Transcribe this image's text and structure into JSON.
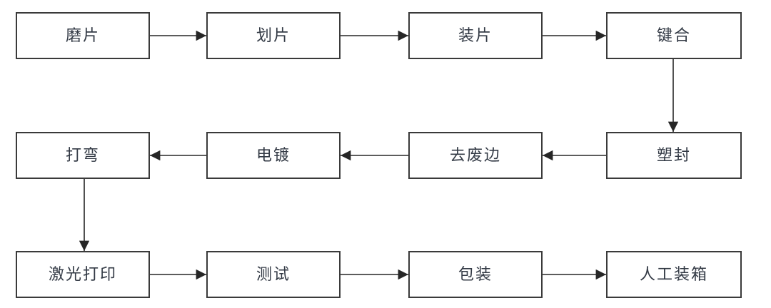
{
  "diagram": {
    "type": "flowchart",
    "description": "Chip packaging process flow"
  },
  "nodes": [
    {
      "label": "磨片"
    },
    {
      "label": "划片"
    },
    {
      "label": "装片"
    },
    {
      "label": "键合"
    },
    {
      "label": "打弯"
    },
    {
      "label": "电镀"
    },
    {
      "label": "去废边"
    },
    {
      "label": "塑封"
    },
    {
      "label": "激光打印"
    },
    {
      "label": "测试"
    },
    {
      "label": "包装"
    },
    {
      "label": "人工装箱"
    }
  ],
  "edges": [
    {
      "from": "磨片",
      "to": "划片",
      "direction": "right"
    },
    {
      "from": "划片",
      "to": "装片",
      "direction": "right"
    },
    {
      "from": "装片",
      "to": "键合",
      "direction": "right"
    },
    {
      "from": "键合",
      "to": "塑封",
      "direction": "down"
    },
    {
      "from": "塑封",
      "to": "去废边",
      "direction": "left"
    },
    {
      "from": "去废边",
      "to": "电镀",
      "direction": "left"
    },
    {
      "from": "电镀",
      "to": "打弯",
      "direction": "left"
    },
    {
      "from": "打弯",
      "to": "激光打印",
      "direction": "down"
    },
    {
      "from": "激光打印",
      "to": "测试",
      "direction": "right"
    },
    {
      "from": "测试",
      "to": "包装",
      "direction": "right"
    },
    {
      "from": "包装",
      "to": "人工装箱",
      "direction": "right"
    }
  ],
  "process_order": [
    "磨片",
    "划片",
    "装片",
    "键合",
    "塑封",
    "去废边",
    "电镀",
    "打弯",
    "激光打印",
    "测试",
    "包装",
    "人工装箱"
  ],
  "colors": {
    "background": "#ffffff",
    "box_border": "#3a3a3a",
    "text": "#333a45",
    "arrow": "#262626"
  }
}
